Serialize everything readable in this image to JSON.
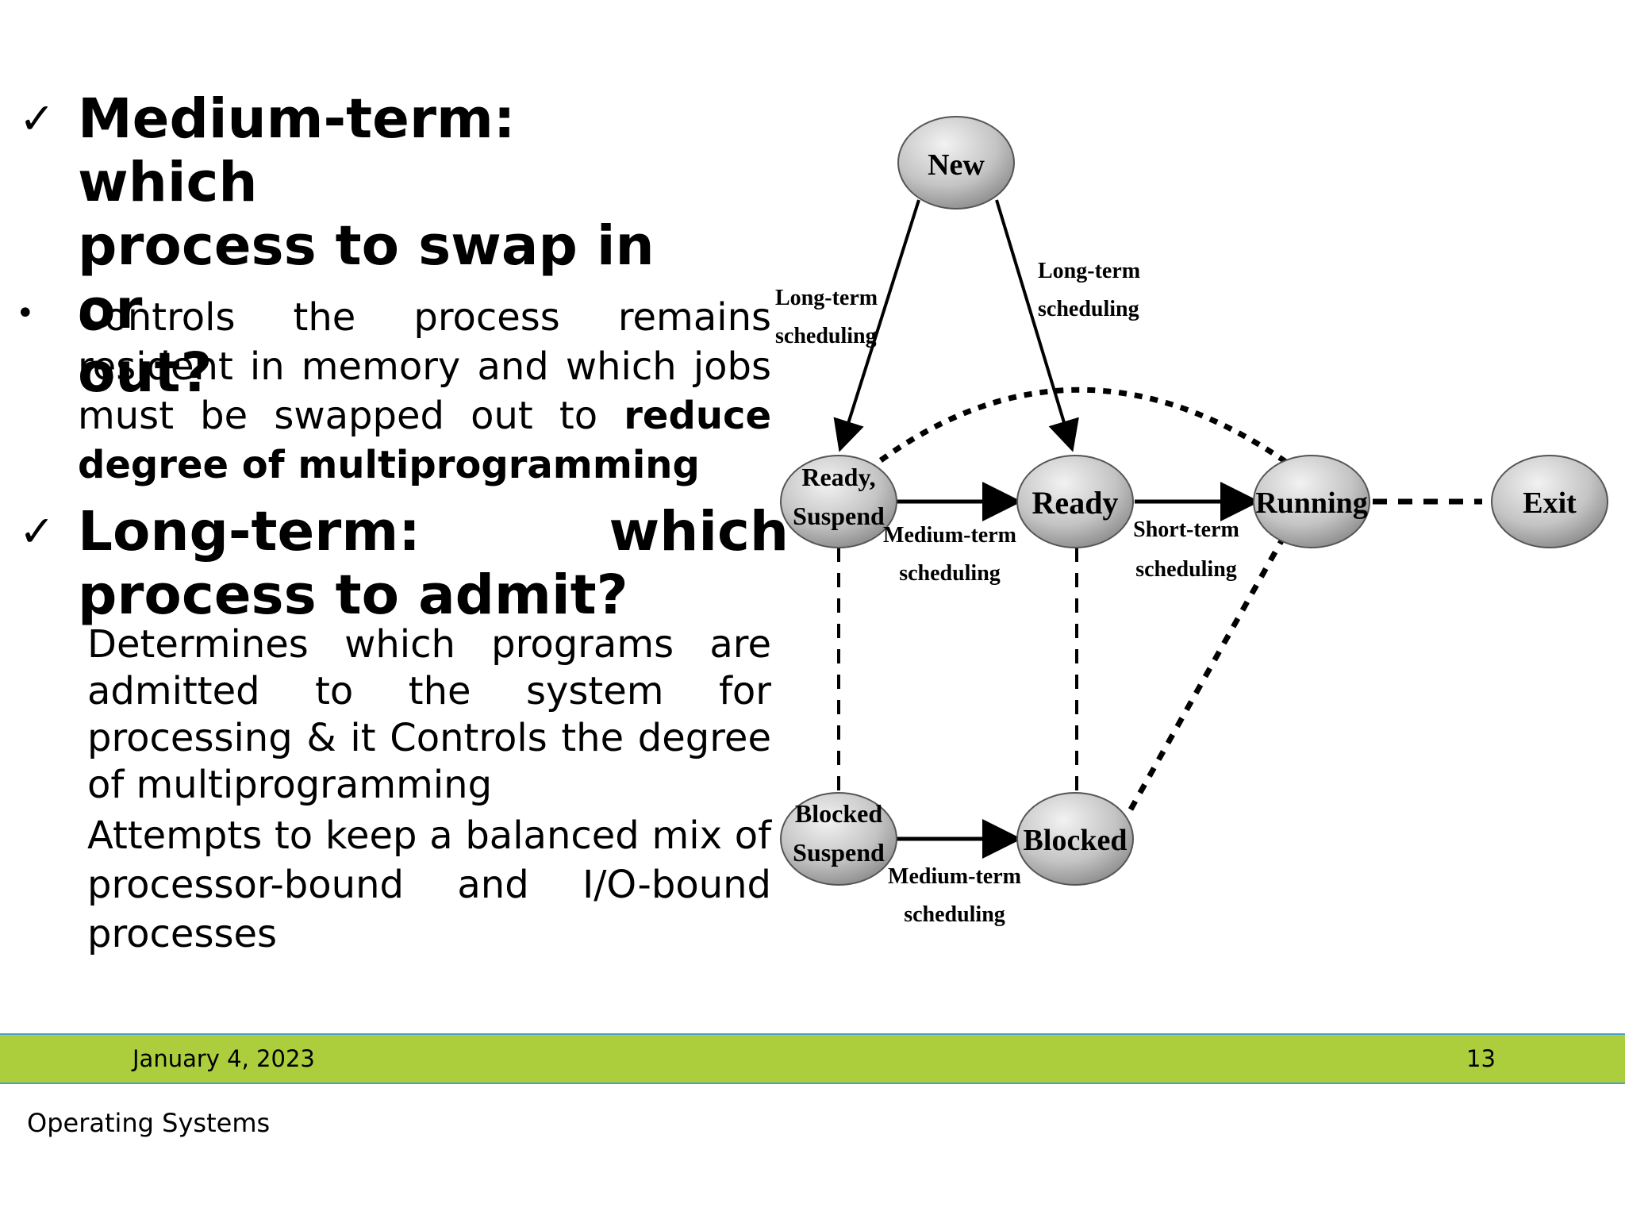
{
  "headings": {
    "medium": {
      "check": "✓",
      "lines": [
        "Medium-term: which",
        "process to swap in or",
        "out?"
      ]
    },
    "long": {
      "check": "✓",
      "line1": "Long-term: which",
      "line2": "process to admit?"
    }
  },
  "bullet": {
    "dot": "•",
    "text_before": "Controls the process remains resident in memory and which jobs must be swapped out to ",
    "text_bold": "reduce degree of multiprogramming"
  },
  "long_term_paragraphs": [
    "Determines which programs are admitted to the system for processing & it Controls the degree of multiprogramming",
    "Attempts to keep a balanced mix of processor-bound and I/O-bound processes"
  ],
  "diagram": {
    "nodes": {
      "new": [
        "New"
      ],
      "ready_suspend": [
        "Ready,",
        "Suspend"
      ],
      "ready": [
        "Ready"
      ],
      "running": [
        "Running"
      ],
      "exit": [
        "Exit"
      ],
      "blocked_suspend": [
        "Blocked",
        "Suspend"
      ],
      "blocked": [
        "Blocked"
      ]
    },
    "edge_labels": {
      "long_term_left": [
        "Long-term",
        "scheduling"
      ],
      "long_term_right": [
        "Long-term",
        "scheduling"
      ],
      "medium_term_ready": [
        "Medium-term",
        "scheduling"
      ],
      "short_term": [
        "Short-term",
        "scheduling"
      ],
      "medium_term_blocked": [
        "Medium-term",
        "scheduling"
      ]
    }
  },
  "footer": {
    "date": "January 4, 2023",
    "page": "13",
    "course": "Operating Systems"
  },
  "colors": {
    "footer_bar": "#acce3c",
    "footer_border": "#4aa0c8",
    "node_gradient_light": "#f2f2f2",
    "node_gradient_dark": "#8a8a8a"
  }
}
